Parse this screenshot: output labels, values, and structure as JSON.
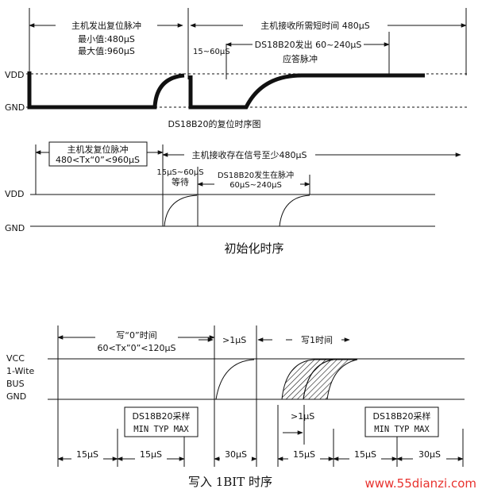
{
  "diagram1": {
    "reset_pulse": "主机发出复位脉冲",
    "min": "最小值:480μS",
    "max": "最大值:960μS",
    "receive": "主机接收所需短时间  480μS",
    "wait": "15~60μS",
    "presence": "DS18B20发出 60~240μS",
    "presence2": "应答脉冲",
    "vdd": "VDD",
    "gnd": "GND",
    "caption": "DS18B20的复位时序图"
  },
  "diagram2": {
    "reset_pulse": "主机发复位脉冲",
    "range": "480<Tx“0”<960μS",
    "receive": "主机接收存在信号至少480μS",
    "wait": "15μS~60μS",
    "wait2": "等待",
    "presence": "DS18B20发生在脉冲",
    "presence2": "60μS~240μS",
    "vdd": "VDD",
    "gnd": "GND",
    "caption": "初始化时序"
  },
  "diagram3": {
    "write0": "写“0”时间",
    "write0_range": "60<Tx”0”<120μS",
    "gt1": ">1μS",
    "write1": "写1时间",
    "vcc": "VCC",
    "wire": "1-Wite",
    "bus": "BUS",
    "gnd": "GND",
    "sample1": "DS18B20采样",
    "sample1b": "MIN TYP MAX",
    "gt1b": ">1μS",
    "sample2": "DS18B20采样",
    "sample2b": "MIN TYP MAX",
    "d15a": "15μS",
    "d15b": "15μS",
    "d30a": "30μS",
    "d15c": "15μS",
    "d15d": "15μS",
    "d30b": "30μS",
    "caption": "写入 1BIT 时序"
  },
  "watermark": "www.55dianzi.com"
}
